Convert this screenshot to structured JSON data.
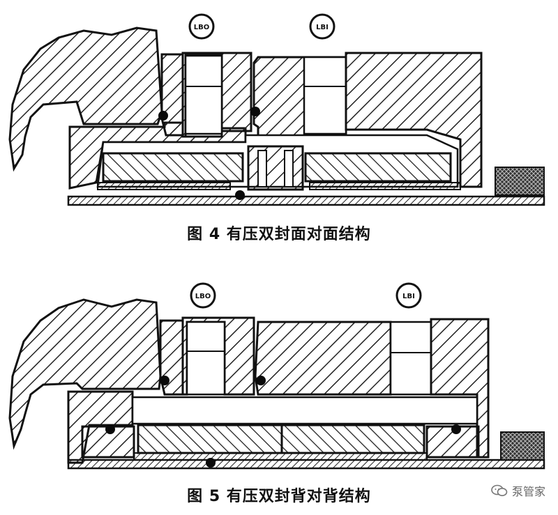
{
  "figure4": {
    "caption": "图 4 有压双封面对面结构",
    "port_left": "LBO",
    "port_right": "LBI"
  },
  "figure5": {
    "caption": "图 5 有压双封背对背结构",
    "port_left": "LBO",
    "port_right": "LBI"
  },
  "watermark": {
    "text": "泵管家",
    "icon": "wechat-bubble-icon"
  },
  "colors": {
    "ink": "#111111",
    "hatch": "#222222",
    "background": "#ffffff",
    "seal": "#0a0a0a"
  }
}
